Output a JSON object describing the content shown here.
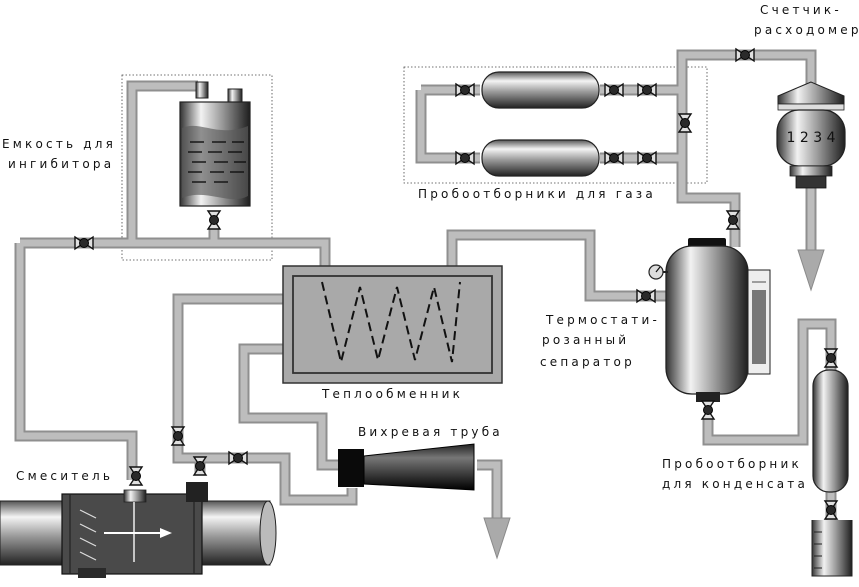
{
  "labels": {
    "meter_line1": "Счетчик-",
    "meter_line2": "расходомер",
    "meter_digits": "1 2 3 4",
    "inhibitor_line1": "Емкость для",
    "inhibitor_line2": "ингибитора",
    "gas_samplers": "Пробоотборники для газа",
    "separator_line1": "Термостати-",
    "separator_line2": "розанный",
    "separator_line3": "сепаратор",
    "heat_exchanger": "Теплообменник",
    "vortex_tube": "Вихревая труба",
    "mixer": "Смеситель",
    "condensate_line1": "Пробоотборник",
    "condensate_line2": "для конденсата"
  },
  "colors": {
    "pipe": "#b3b3b3",
    "pipe_edge": "#8f8f8f",
    "dark": "#1a1a1a",
    "hx_fill": "#a9a9a9"
  },
  "icons": {
    "valve": "bowtie-valve-icon",
    "flow_arrow": "down-arrow-icon"
  }
}
